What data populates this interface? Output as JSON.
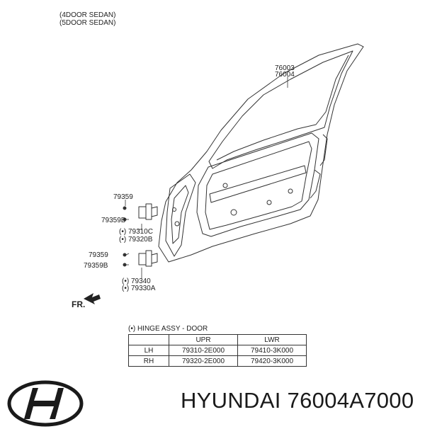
{
  "header": {
    "line1": "(4DOOR SEDAN)",
    "line2": "(5DOOR SEDAN)"
  },
  "parts": {
    "door_a": "76003",
    "door_b": "76004",
    "bolt_upper": "79359",
    "bolt_b_upper": "79359B",
    "hinge_upper_a": "(•) 79310C",
    "hinge_upper_b": "(•) 79320B",
    "bolt_lower": "79359",
    "bolt_b_lower": "79359B",
    "hinge_lower_a": "(•) 79340",
    "hinge_lower_b": "(•) 79330A",
    "front": "FR."
  },
  "hinge_table": {
    "title": "(•) HINGE ASSY - DOOR",
    "headers": [
      "",
      "UPR",
      "LWR"
    ],
    "rows": [
      [
        "LH",
        "79310-2E000",
        "79410-3K000"
      ],
      [
        "RH",
        "79320-2E000",
        "79420-3K000"
      ]
    ]
  },
  "caption": "HYUNDAI 76004A7000",
  "logo": {
    "icon": "hyundai-logo-icon"
  },
  "colors": {
    "line": "#333333",
    "background": "#ffffff"
  }
}
